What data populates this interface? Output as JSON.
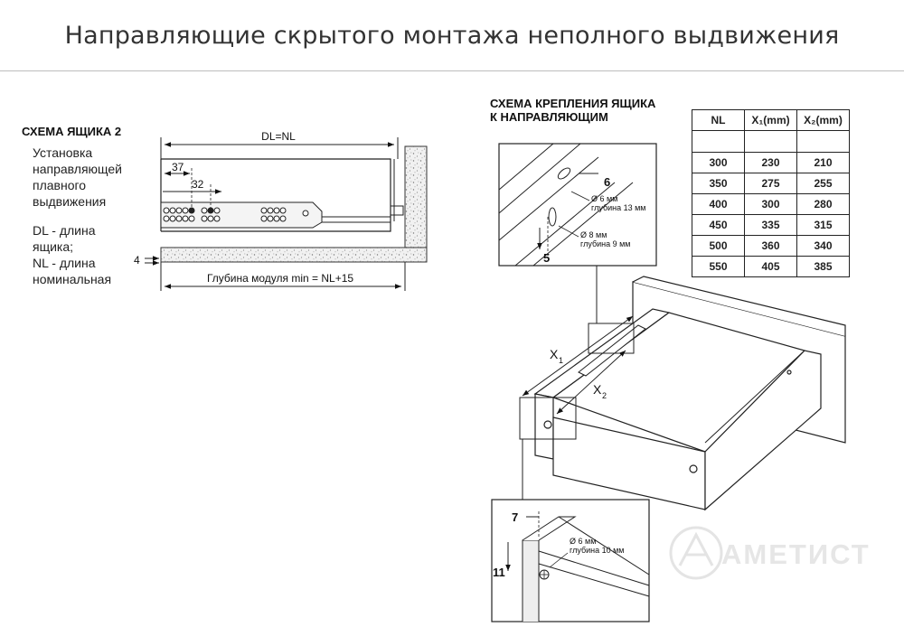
{
  "title": "Направляющие скрытого монтажа неполного выдвижения",
  "left": {
    "heading": "СХЕМА ЯЩИКА 2",
    "legend": {
      "install": "Установка\nнаправляющей\nплавного\nвыдвижения",
      "dl": "DL - длина\nящика;",
      "nl": "NL - длина\nноминальная"
    },
    "dims": {
      "dl_nl": "DL=NL",
      "d37": "37",
      "d32": "32",
      "d4": "4",
      "depth": "Глубина модуля min = NL+15"
    }
  },
  "right": {
    "heading_line1": "СХЕМА КРЕПЛЕНИЯ ЯЩИКА",
    "heading_line2": "К НАПРАВЛЯЮЩИМ",
    "detail_top": {
      "d6": "6",
      "d5": "5",
      "hole1_line1": "Ø 6 мм",
      "hole1_line2": "глубина 13 мм",
      "hole2_line1": "Ø 8 мм",
      "hole2_line2": "глубина 9 мм"
    },
    "x1": "X",
    "x1_sub": "1",
    "x2": "X",
    "x2_sub": "2",
    "detail_bottom": {
      "d7": "7",
      "d11": "11",
      "hole_line1": "Ø 6 мм",
      "hole_line2": "глубина 10 мм"
    }
  },
  "table": {
    "headers": [
      "NL",
      "X₁(mm)",
      "X₂(mm)"
    ],
    "rows": [
      [
        "300",
        "230",
        "210"
      ],
      [
        "350",
        "275",
        "255"
      ],
      [
        "400",
        "300",
        "280"
      ],
      [
        "450",
        "335",
        "315"
      ],
      [
        "500",
        "360",
        "340"
      ],
      [
        "550",
        "405",
        "385"
      ]
    ]
  },
  "watermark": "АМЕТИСТ"
}
